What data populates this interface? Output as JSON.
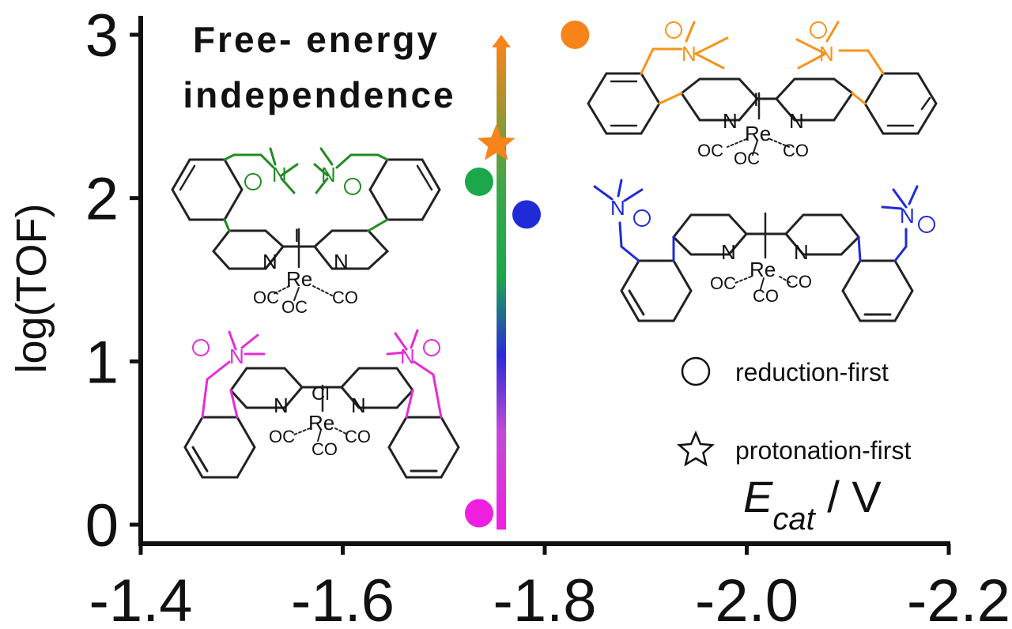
{
  "chart_data": {
    "type": "scatter",
    "xlabel_main": "E",
    "xlabel_sub": "cat",
    "xlabel_unit": " / V",
    "ylabel": "log(TOF)",
    "xlim": [
      -1.4,
      -2.2
    ],
    "ylim": [
      0,
      3
    ],
    "x_ticks": [
      "-1.4",
      "-1.6",
      "-1.8",
      "-2.0",
      "-2.2"
    ],
    "y_ticks": [
      "0",
      "1",
      "2",
      "3"
    ],
    "grid": false,
    "points": [
      {
        "x": -1.83,
        "y": 3.0,
        "color": "#f7841b",
        "marker": "circle"
      },
      {
        "x": -1.752,
        "y": 2.33,
        "color": "#f7841b",
        "marker": "star"
      },
      {
        "x": -1.735,
        "y": 2.1,
        "color": "#1aa84a",
        "marker": "circle"
      },
      {
        "x": -1.782,
        "y": 1.9,
        "color": "#1f2bd6",
        "marker": "circle"
      },
      {
        "x": -1.735,
        "y": 0.07,
        "color": "#f01fe0",
        "marker": "circle"
      }
    ],
    "arrow": {
      "x": -1.757,
      "y_from": -0.03,
      "y_to": 3.0,
      "colors": [
        "#f01fe0",
        "#2a2bd9",
        "#1aa84a",
        "#f7841b"
      ]
    },
    "annotation": [
      "Free- energy",
      "independence"
    ],
    "legend": [
      {
        "marker": "circle",
        "label": "reduction-first"
      },
      {
        "marker": "star",
        "label": "protonation-first"
      }
    ],
    "legend_position": "bottom-right",
    "structure_labels": {
      "n": "N",
      "re": "Re",
      "co": "CO",
      "oc": "OC",
      "i": "I",
      "cl": "Cl"
    }
  }
}
